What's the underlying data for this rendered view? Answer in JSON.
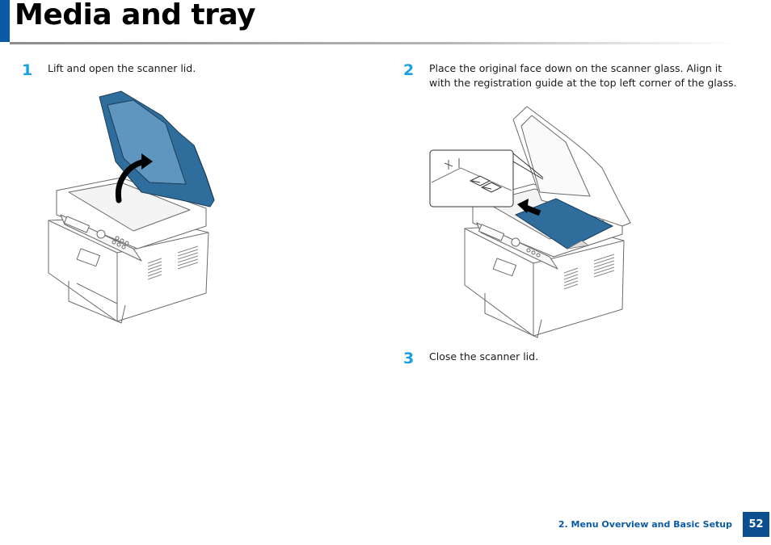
{
  "page": {
    "title": "Media and tray"
  },
  "steps": [
    {
      "number": "1",
      "text": "Lift and open the scanner lid."
    },
    {
      "number": "2",
      "text": "Place the original face down on the scanner glass. Align it with the registration guide at the top left corner of the glass."
    },
    {
      "number": "3",
      "text": "Close the scanner lid."
    }
  ],
  "footer": {
    "section": "2. Menu Overview and Basic Setup",
    "page_number": "52"
  },
  "colors": {
    "accent_blue": "#0b5aa6",
    "step_number_cyan": "#1aa0dc",
    "lid_blue": "#2f6d9c"
  },
  "figures": {
    "step1": "printer-open-lid-illustration",
    "step2": "printer-place-original-illustration"
  }
}
